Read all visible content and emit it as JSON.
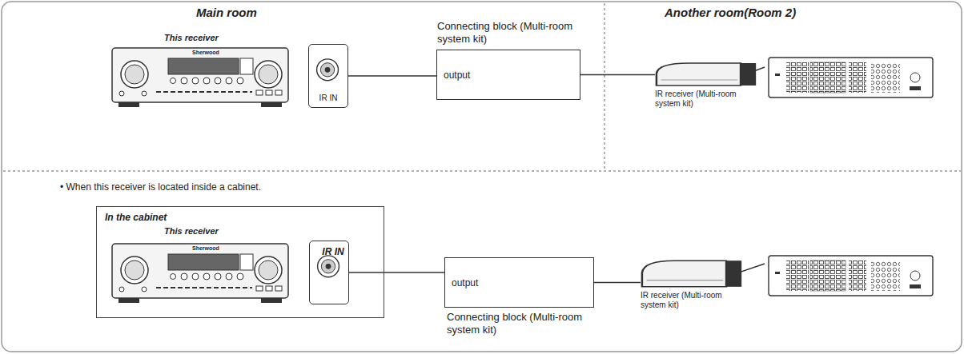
{
  "diagram": {
    "nodes": [
      {
        "text": [
          "IR IN"
        ]
      },
      {
        "text": [
          "Connecting block (Multi-room system kit)",
          "output"
        ]
      },
      {
        "text": [
          "IR receiver (Multi-room system kit)"
        ]
      },
      {
        "text": [
          "In the cabinet"
        ]
      },
      {
        "text": [
          "IR IN"
        ],
        "in": 3
      },
      {
        "text": [
          "Connecting block (Multi-room system kit)",
          "output"
        ]
      },
      {
        "text": [
          "IR receiver (Multi-room system kit)"
        ]
      }
    ],
    "edges": [
      {
        "from": 0,
        "to": 1,
        "arrow": "none"
      },
      {
        "from": 1,
        "to": 2,
        "arrow": "none"
      },
      {
        "from": 4,
        "to": 5,
        "arrow": "none"
      },
      {
        "from": 5,
        "to": 6,
        "arrow": "none"
      }
    ],
    "labels": [
      "Main room",
      "Another room(Room 2)",
      "This receiver",
      "Sherwood",
      "• When this receiver is located inside a cabinet.",
      "This receiver",
      "Sherwood"
    ]
  }
}
